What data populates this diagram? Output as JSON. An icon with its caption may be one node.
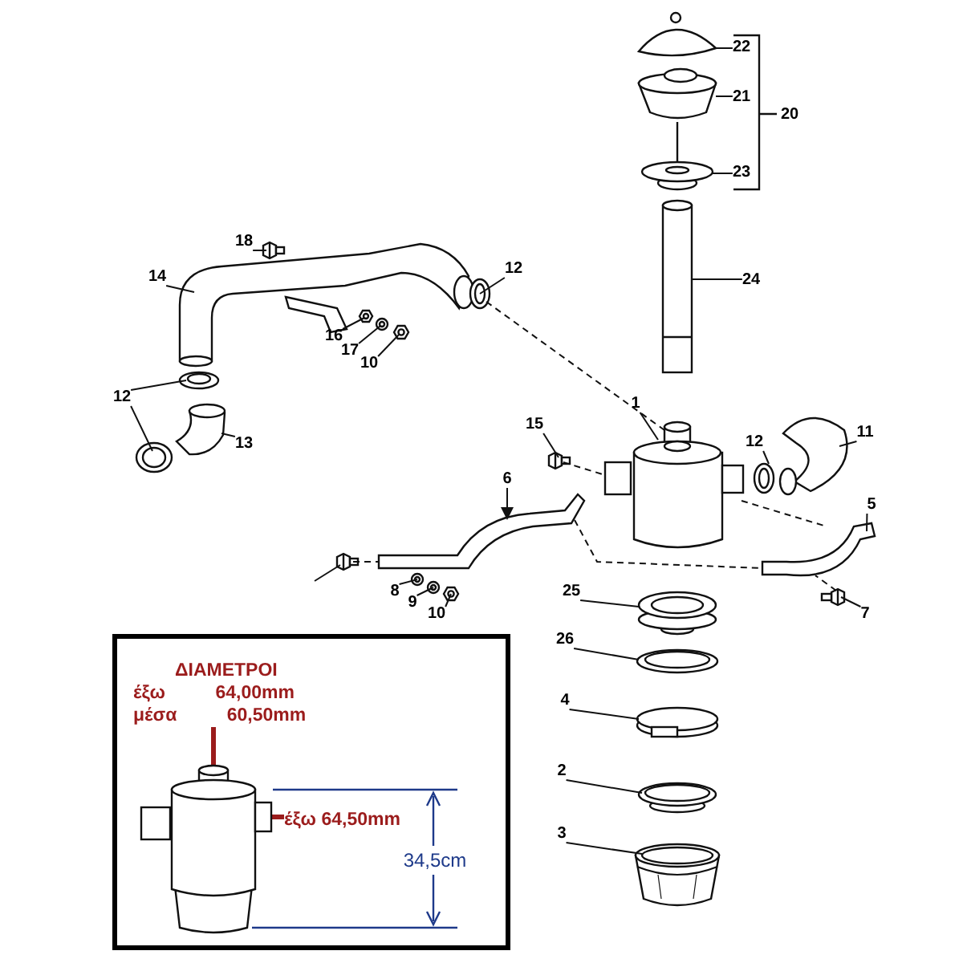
{
  "diagram": {
    "nodes": [
      {
        "text": [
          "22"
        ]
      },
      {
        "text": [
          "21"
        ]
      },
      {
        "text": [
          "23"
        ]
      },
      {
        "text": [
          "24"
        ]
      },
      {
        "text": [
          "18"
        ]
      },
      {
        "text": [
          "14"
        ]
      },
      {
        "text": [
          "12"
        ]
      },
      {
        "text": [
          "16"
        ]
      },
      {
        "text": [
          "17"
        ]
      },
      {
        "text": [
          "10"
        ]
      },
      {
        "text": [
          "12"
        ]
      },
      {
        "text": [
          "13"
        ]
      },
      {
        "text": [
          "15"
        ]
      },
      {
        "text": [
          "1"
        ]
      },
      {
        "text": [
          "12"
        ]
      },
      {
        "text": [
          "11"
        ]
      },
      {
        "text": [
          "6"
        ]
      },
      {
        "text": [
          "5"
        ]
      },
      {
        "text": [
          "8"
        ]
      },
      {
        "text": [
          "9"
        ]
      },
      {
        "text": [
          "10"
        ]
      },
      {
        "text": [
          "7"
        ]
      },
      {
        "text": [
          "25"
        ]
      },
      {
        "text": [
          "26"
        ]
      },
      {
        "text": [
          "4"
        ]
      },
      {
        "text": [
          "2"
        ]
      },
      {
        "text": [
          "3"
        ]
      },
      {
        "text": [],
        "shape": "box"
      },
      {
        "text": [
          "ΔΙΑΜΕΤΡΟΙ",
          "έξω 64,00mm",
          "μέσα 60,50mm"
        ],
        "in": 27
      },
      {
        "text": [
          "έξω 64,50mm"
        ],
        "in": 27
      },
      {
        "text": [],
        "shape": "picture"
      },
      {
        "text": [],
        "shape": "picture"
      },
      {
        "text": [],
        "shape": "picture"
      },
      {
        "text": [],
        "shape": "picture"
      },
      {
        "text": [],
        "shape": "picture"
      },
      {
        "text": [],
        "shape": "picture"
      },
      {
        "text": [],
        "shape": "picture"
      },
      {
        "text": [],
        "shape": "picture"
      },
      {
        "text": [],
        "shape": "picture"
      },
      {
        "text": [],
        "shape": "picture"
      },
      {
        "text": [],
        "shape": "picture"
      },
      {
        "text": [],
        "shape": "picture"
      },
      {
        "text": [],
        "shape": "picture"
      },
      {
        "text": [],
        "shape": "picture"
      },
      {
        "text": [],
        "shape": "picture"
      },
      {
        "text": [],
        "shape": "picture"
      },
      {
        "text": [],
        "shape": "picture"
      },
      {
        "text": [],
        "shape": "picture"
      },
      {
        "text": [],
        "shape": "picture"
      },
      {
        "text": [],
        "shape": "picture"
      },
      {
        "text": [],
        "shape": "picture"
      },
      {
        "text": [],
        "shape": "picture"
      },
      {
        "text": [],
        "shape": "picture"
      },
      {
        "text": [],
        "shape": "picture"
      },
      {
        "text": [],
        "shape": "picture"
      },
      {
        "text": [],
        "shape": "picture"
      },
      {
        "text": [],
        "shape": "picture"
      },
      {
        "text": [],
        "shape": "picture"
      },
      {
        "text": [],
        "shape": "picture",
        "in": 27
      },
      {
        "text": [],
        "shape": "picture"
      }
    ],
    "edges": [
      {
        "from": 0,
        "to": 30,
        "arrow": "none"
      },
      {
        "from": 1,
        "to": 31,
        "arrow": "none"
      },
      {
        "from": 2,
        "to": 32,
        "arrow": "none"
      },
      {
        "from": 3,
        "to": 33,
        "arrow": "none"
      },
      {
        "from": 4,
        "to": 34,
        "arrow": "none"
      },
      {
        "from": 5,
        "to": 35,
        "arrow": "none"
      },
      {
        "from": 6,
        "to": 36,
        "arrow": "none"
      },
      {
        "from": 7,
        "to": 37,
        "arrow": "none"
      },
      {
        "from": 8,
        "to": 38,
        "arrow": "none"
      },
      {
        "from": 9,
        "to": 39,
        "arrow": "none"
      },
      {
        "from": 10,
        "to": 40,
        "arrow": "none"
      },
      {
        "from": 10,
        "to": 41,
        "arrow": "none"
      },
      {
        "from": 11,
        "to": 42,
        "arrow": "none"
      },
      {
        "from": 12,
        "to": 43,
        "arrow": "none"
      },
      {
        "from": 13,
        "to": 44,
        "arrow": "none"
      },
      {
        "from": 14,
        "to": 45,
        "arrow": "none"
      },
      {
        "from": 15,
        "to": 46,
        "arrow": "none"
      },
      {
        "from": 16,
        "to": 47,
        "arrow": "to"
      },
      {
        "from": 17,
        "to": 48,
        "arrow": "none"
      },
      {
        "from": 18,
        "to": 49,
        "arrow": "none"
      },
      {
        "from": 19,
        "to": 50,
        "arrow": "none"
      },
      {
        "from": 20,
        "to": 51,
        "arrow": "none"
      },
      {
        "from": 21,
        "to": 52,
        "arrow": "none"
      },
      {
        "from": 22,
        "to": 53,
        "arrow": "none"
      },
      {
        "from": 23,
        "to": 54,
        "arrow": "none"
      },
      {
        "from": 24,
        "to": 55,
        "arrow": "none"
      },
      {
        "from": 25,
        "to": 56,
        "arrow": "none"
      },
      {
        "from": 26,
        "to": 57,
        "arrow": "none"
      },
      {
        "from": 28,
        "to": 58,
        "arrow": "none",
        "style": "thick",
        "color": "#9b1c1c"
      },
      {
        "from": 29,
        "to": 58,
        "arrow": "none",
        "style": "thick",
        "color": "#9b1c1c"
      },
      {
        "from": 36,
        "to": 44,
        "arrow": "none",
        "style": "dashed"
      },
      {
        "from": 43,
        "to": 44,
        "arrow": "none",
        "style": "dashed"
      },
      {
        "from": 44,
        "to": 48,
        "arrow": "none",
        "style": "dashed"
      },
      {
        "from": 47,
        "to": 48,
        "arrow": "none",
        "style": "dashed"
      },
      {
        "from": 59,
        "to": 47,
        "arrow": "none",
        "style": "dashed"
      },
      {
        "from": 52,
        "to": 48,
        "arrow": "none",
        "style": "dashed"
      },
      {
        "from": null,
        "to": 59,
        "arrow": "none"
      }
    ],
    "labels": [
      "20",
      "34,5cm"
    ]
  }
}
